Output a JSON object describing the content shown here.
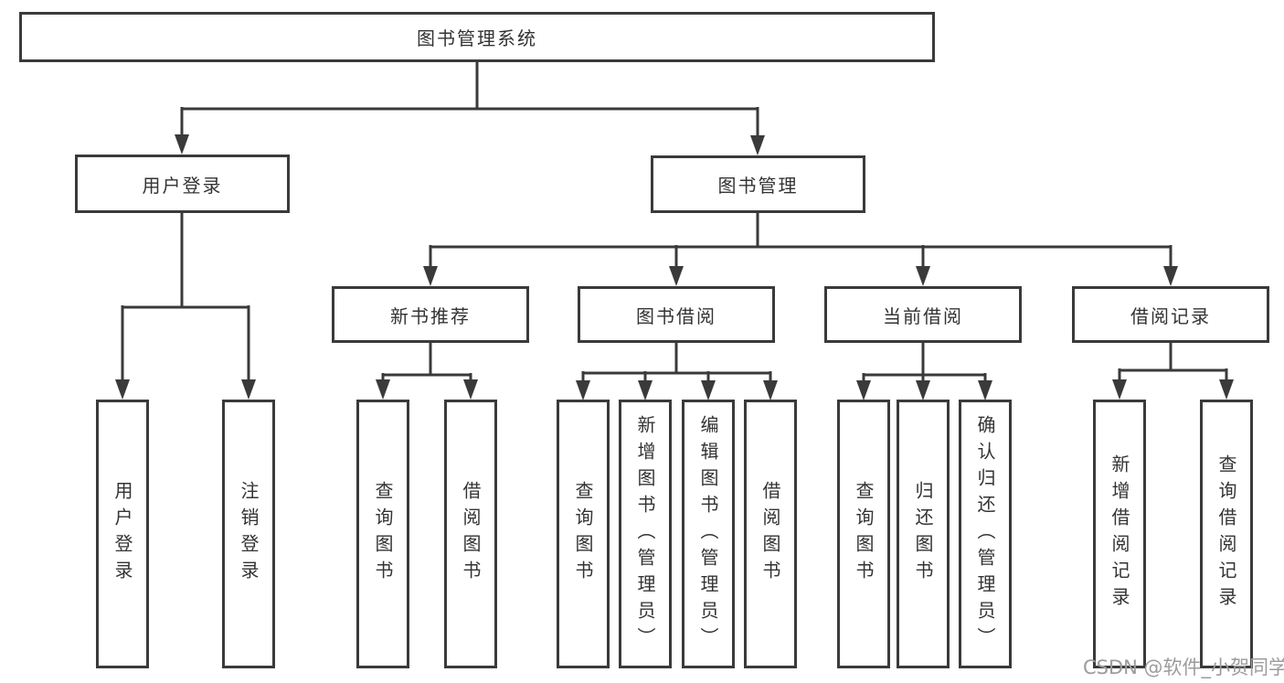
{
  "diagram": {
    "type": "hierarchy-tree",
    "colors": {
      "line": "#3a3a3a",
      "border": "#3a3a3a",
      "text": "#333333",
      "background": "#ffffff",
      "watermark": "#9c9c9c"
    }
  },
  "tree": {
    "root": {
      "label": "图书管理系统",
      "children": [
        {
          "label": "用户登录",
          "children": [
            {
              "label": "用户登录"
            },
            {
              "label": "注销登录"
            }
          ]
        },
        {
          "label": "图书管理",
          "children": [
            {
              "label": "新书推荐",
              "children": [
                {
                  "label": "查询图书"
                },
                {
                  "label": "借阅图书"
                }
              ]
            },
            {
              "label": "图书借阅",
              "children": [
                {
                  "label": "查询图书"
                },
                {
                  "label": "新增图书（管理员）"
                },
                {
                  "label": "编辑图书（管理员）"
                },
                {
                  "label": "借阅图书"
                }
              ]
            },
            {
              "label": "当前借阅",
              "children": [
                {
                  "label": "查询图书"
                },
                {
                  "label": "归还图书"
                },
                {
                  "label": "确认归还（管理员）"
                }
              ]
            },
            {
              "label": "借阅记录",
              "children": [
                {
                  "label": "新增借阅记录"
                },
                {
                  "label": "查询借阅记录"
                }
              ]
            }
          ]
        }
      ]
    }
  },
  "watermark": {
    "text": "CSDN @软件_小贺同学"
  }
}
